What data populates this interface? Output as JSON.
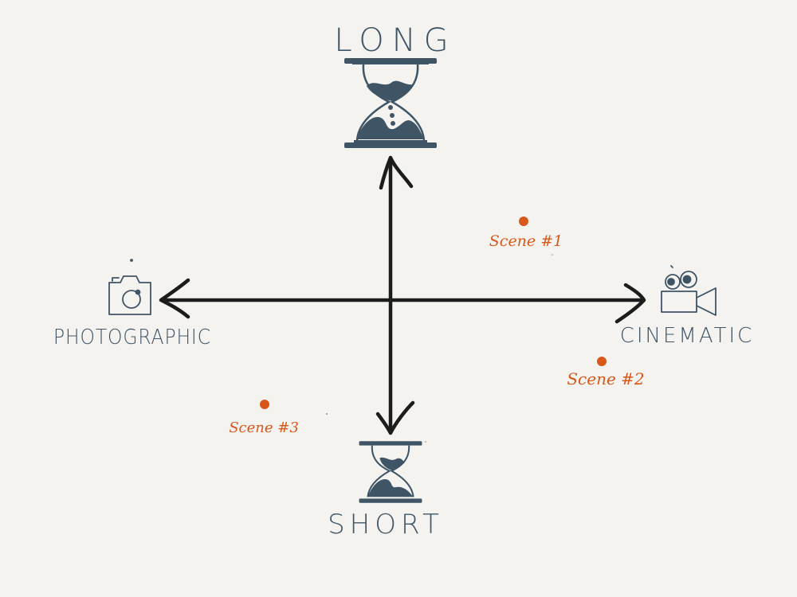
{
  "axes": {
    "top": "LONG",
    "bottom": "SHORT",
    "left": "PHOTOGRAPHIC",
    "right": "CINEMATIC"
  },
  "icons": {
    "top": "hourglass-icon",
    "bottom": "hourglass-icon",
    "left": "camera-icon",
    "right": "video-camera-icon"
  },
  "points": [
    {
      "label": "Scene #1"
    },
    {
      "label": "Scene #2"
    },
    {
      "label": "Scene #3"
    }
  ],
  "colors": {
    "background": "#f4f3f0",
    "axis": "#1c1c1c",
    "icon": "#3f5566",
    "point": "#d8581c"
  }
}
